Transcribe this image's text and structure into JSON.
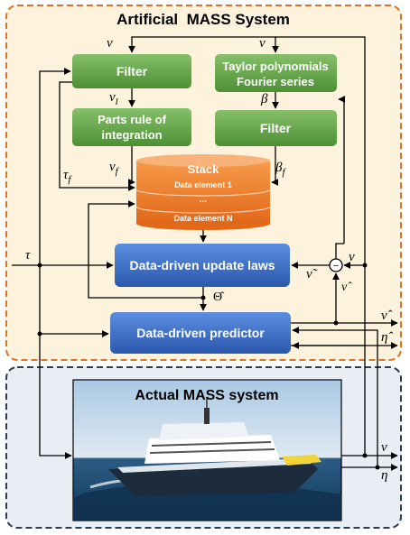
{
  "regions": {
    "artificial_title": "Artificial  MASS System",
    "actual_title": "Actual MASS system"
  },
  "blocks": {
    "filter_left": "Filter",
    "taylor_line1": "Taylor polynomials",
    "taylor_line2": "Fourier series",
    "parts_line1": "Parts rule of",
    "parts_line2": "integration",
    "filter_right": "Filter",
    "stack_title": "Stack",
    "stack_element_1": "Data element 1",
    "stack_ellipsis": "...",
    "stack_element_n": "Data element N",
    "update_laws": "Data-driven update laws",
    "predictor": "Data-driven predictor"
  },
  "signals": {
    "nu": "ν",
    "nu_l": "ν",
    "nu_l_sub": "l",
    "nu_f": "ν",
    "nu_f_sub": "f",
    "beta": "β",
    "beta_f": "β",
    "beta_f_sub": "f",
    "tau_f": "τ",
    "tau_f_sub": "f",
    "tau": "τ",
    "theta_hat": "Θ̂",
    "nu_tilde": "ν̃",
    "nu_hat": "ν̂",
    "eta_hat": "η̂",
    "eta": "η",
    "minus": "−"
  },
  "colors": {
    "green_block": "#6aa84f",
    "blue_block": "#3d6fc7",
    "orange_stack": "#f07d22",
    "artificial_bg": "#fdf2dc",
    "artificial_border": "#d8752a",
    "actual_bg": "#e9eef4",
    "actual_border": "#2d3e50"
  }
}
